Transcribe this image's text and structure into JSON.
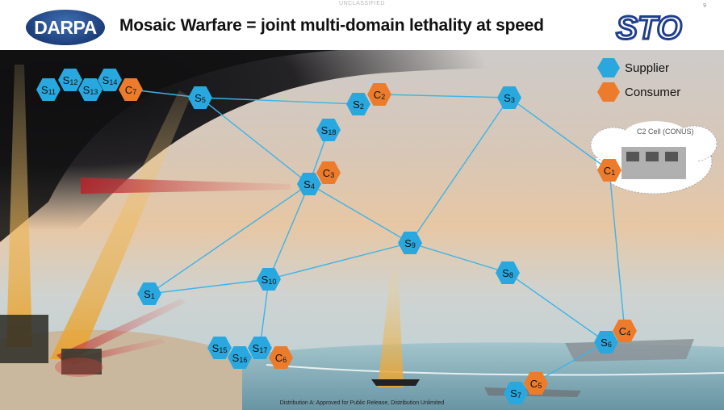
{
  "header": {
    "classification": "UNCLASSIFIED",
    "page_number": "9",
    "logo_text": "DARPA",
    "title": "Mosaic Warfare = joint multi-domain lethality at speed",
    "office_logo_text": "STO"
  },
  "legend": {
    "supplier_label": "Supplier",
    "consumer_label": "Consumer",
    "supplier_color": "#29a8e0",
    "consumer_color": "#ec7c2c"
  },
  "c2_cell_label": "C2 Cell (CONUS)",
  "footer": "Distribution A: Approved for Public Release, Distribution Unlimited",
  "nodes": [
    {
      "id": "S11",
      "letter": "S",
      "sub": "11",
      "type": "supplier"
    },
    {
      "id": "S12",
      "letter": "S",
      "sub": "12",
      "type": "supplier"
    },
    {
      "id": "S13",
      "letter": "S",
      "sub": "13",
      "type": "supplier"
    },
    {
      "id": "S14",
      "letter": "S",
      "sub": "14",
      "type": "supplier"
    },
    {
      "id": "C7",
      "letter": "C",
      "sub": "7",
      "type": "consumer"
    },
    {
      "id": "S5",
      "letter": "S",
      "sub": "5",
      "type": "supplier"
    },
    {
      "id": "S2",
      "letter": "S",
      "sub": "2",
      "type": "supplier"
    },
    {
      "id": "C2",
      "letter": "C",
      "sub": "2",
      "type": "consumer"
    },
    {
      "id": "S3",
      "letter": "S",
      "sub": "3",
      "type": "supplier"
    },
    {
      "id": "S18",
      "letter": "S",
      "sub": "18",
      "type": "supplier"
    },
    {
      "id": "C3",
      "letter": "C",
      "sub": "3",
      "type": "consumer"
    },
    {
      "id": "S4",
      "letter": "S",
      "sub": "4",
      "type": "supplier"
    },
    {
      "id": "C1",
      "letter": "C",
      "sub": "1",
      "type": "consumer"
    },
    {
      "id": "S9",
      "letter": "S",
      "sub": "9",
      "type": "supplier"
    },
    {
      "id": "S8",
      "letter": "S",
      "sub": "8",
      "type": "supplier"
    },
    {
      "id": "S10",
      "letter": "S",
      "sub": "10",
      "type": "supplier"
    },
    {
      "id": "S1",
      "letter": "S",
      "sub": "1",
      "type": "supplier"
    },
    {
      "id": "C4",
      "letter": "C",
      "sub": "4",
      "type": "consumer"
    },
    {
      "id": "S6",
      "letter": "S",
      "sub": "6",
      "type": "supplier"
    },
    {
      "id": "S15",
      "letter": "S",
      "sub": "15",
      "type": "supplier"
    },
    {
      "id": "S16",
      "letter": "S",
      "sub": "16",
      "type": "supplier"
    },
    {
      "id": "S17",
      "letter": "S",
      "sub": "17",
      "type": "supplier"
    },
    {
      "id": "C6",
      "letter": "C",
      "sub": "6",
      "type": "consumer"
    },
    {
      "id": "C5",
      "letter": "C",
      "sub": "5",
      "type": "consumer"
    },
    {
      "id": "S7",
      "letter": "S",
      "sub": "7",
      "type": "supplier"
    }
  ],
  "links": [
    [
      "C7",
      "S5"
    ],
    [
      "S5",
      "S2"
    ],
    [
      "C2",
      "S3"
    ],
    [
      "S5",
      "S4"
    ],
    [
      "S18",
      "S4"
    ],
    [
      "S4",
      "S1"
    ],
    [
      "S4",
      "S10"
    ],
    [
      "S4",
      "S9"
    ],
    [
      "S3",
      "S9"
    ],
    [
      "S3",
      "C1"
    ],
    [
      "S9",
      "S8"
    ],
    [
      "S8",
      "S6"
    ],
    [
      "C1",
      "C4"
    ],
    [
      "S6",
      "S7"
    ],
    [
      "S1",
      "S10"
    ],
    [
      "S10",
      "S17"
    ],
    [
      "S9",
      "S10"
    ]
  ]
}
